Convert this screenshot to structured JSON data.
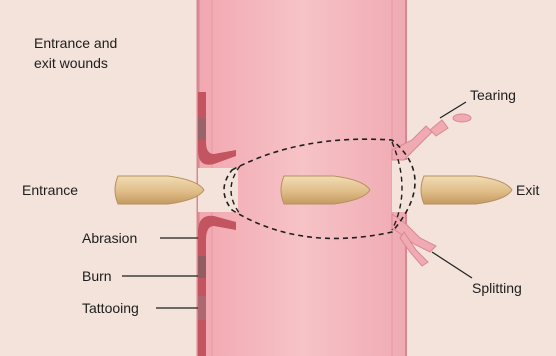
{
  "diagram": {
    "title_line1": "Entrance and",
    "title_line2": "exit wounds",
    "labels": {
      "entrance": "Entrance",
      "exit": "Exit",
      "tearing": "Tearing",
      "splitting": "Splitting",
      "abrasion": "Abrasion",
      "burn": "Burn",
      "tattooing": "Tattooing"
    },
    "colors": {
      "background": "#f3e3da",
      "tissue": "#efb2b8",
      "tissue_edge": "#d98893",
      "skin_edge": "#c2555f",
      "bullet": "#e3c28f",
      "bullet_shadow": "#b8915d"
    }
  }
}
